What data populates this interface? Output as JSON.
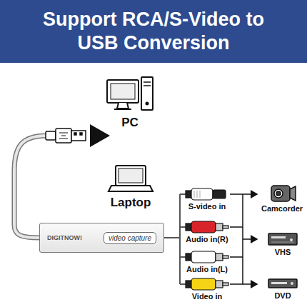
{
  "diagram": {
    "title": "Support RCA/S-Video to USB Conversion",
    "nodes": [
      {
        "text": [
          "DIGITNOW!",
          "video capture"
        ]
      },
      {
        "text": [
          "PC"
        ]
      },
      {
        "text": [
          "Laptop"
        ]
      },
      {
        "text": [
          "Camcorder"
        ]
      },
      {
        "text": [
          "VHS"
        ]
      },
      {
        "text": [
          "DVD"
        ]
      }
    ],
    "labels": [
      "S-video in",
      "Audio in(R)",
      "Audio in(L)",
      "Video in"
    ]
  }
}
